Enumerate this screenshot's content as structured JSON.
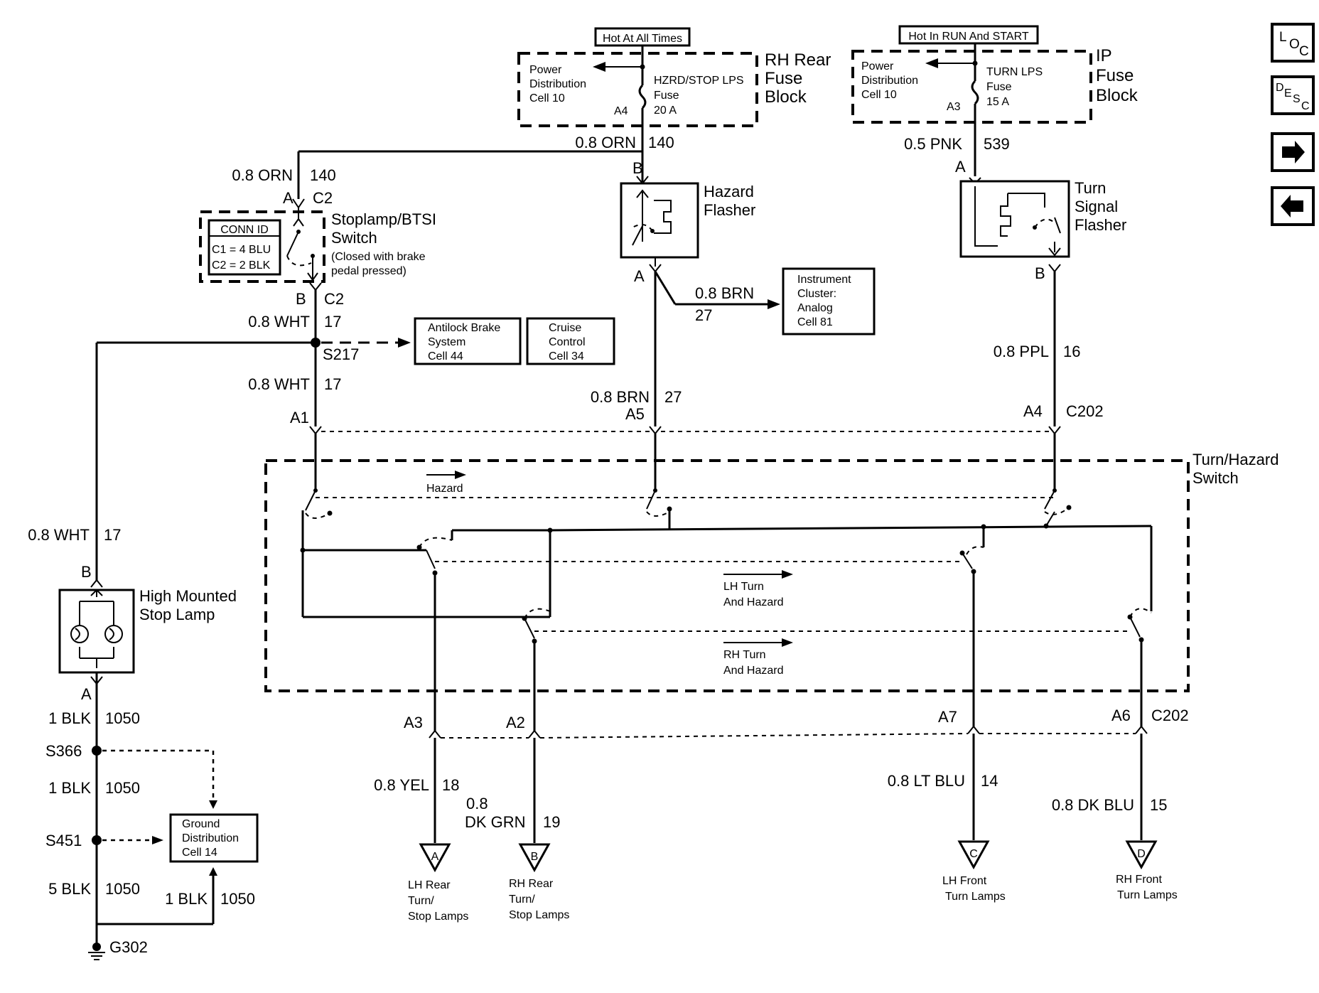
{
  "fuse_blocks": {
    "rh": {
      "hot_label": "Hot At All Times",
      "title": [
        "RH Rear",
        "Fuse",
        "Block"
      ],
      "power_dist": [
        "Power",
        "Distribution",
        "Cell 10"
      ],
      "fuse": [
        "HZRD/STOP LPS",
        "Fuse",
        "20 A"
      ],
      "pin": "A4"
    },
    "ip": {
      "hot_label": "Hot In RUN And START",
      "title": [
        "IP",
        "Fuse",
        "Block"
      ],
      "power_dist": [
        "Power",
        "Distribution",
        "Cell 10"
      ],
      "fuse": [
        "TURN LPS",
        "Fuse",
        "15 A"
      ],
      "pin": "A3"
    }
  },
  "components": {
    "hazard_flasher": [
      "Hazard",
      "Flasher"
    ],
    "turn_signal_flasher": [
      "Turn",
      "Signal",
      "Flasher"
    ],
    "stoplamp_switch": [
      "Stoplamp/BTSI",
      "Switch"
    ],
    "stoplamp_note": [
      "(Closed with brake",
      "pedal pressed)"
    ],
    "conn_id": {
      "title": "CONN ID",
      "c1": "C1 = 4 BLU",
      "c2": "C2 = 2 BLK"
    },
    "turn_hazard_switch": [
      "Turn/Hazard",
      "Switch"
    ],
    "high_mounted_stop_lamp": [
      "High Mounted",
      "Stop Lamp"
    ],
    "instrument_cluster": [
      "Instrument",
      "Cluster:",
      "Analog",
      "Cell 81"
    ],
    "antilock": [
      "Antilock Brake",
      "System",
      "Cell 44"
    ],
    "cruise": [
      "Cruise",
      "Control",
      "Cell 34"
    ],
    "ground_dist": [
      "Ground",
      "Distribution",
      "Cell 14"
    ]
  },
  "switch_labels": {
    "hazard": "Hazard",
    "lh_turn": [
      "LH Turn",
      "And Hazard"
    ],
    "rh_turn": [
      "RH Turn",
      "And Hazard"
    ]
  },
  "wires": {
    "orn_fuse": {
      "gauge": "0.8 ORN",
      "circuit": "140"
    },
    "orn_switch": {
      "gauge": "0.8 ORN",
      "circuit": "140"
    },
    "pnk": {
      "gauge": "0.5 PNK",
      "circuit": "539"
    },
    "brn_ic": {
      "gauge": "0.8 BRN",
      "circuit": "27"
    },
    "brn": {
      "gauge": "0.8 BRN",
      "circuit": "27"
    },
    "wht1": {
      "gauge": "0.8 WHT",
      "circuit": "17"
    },
    "wht2": {
      "gauge": "0.8 WHT",
      "circuit": "17"
    },
    "wht3": {
      "gauge": "0.8 WHT",
      "circuit": "17"
    },
    "ppl": {
      "gauge": "0.8 PPL",
      "circuit": "16"
    },
    "yel": {
      "gauge": "0.8 YEL",
      "circuit": "18"
    },
    "dkgrn": {
      "gauge": [
        "0.8",
        "DK GRN"
      ],
      "circuit": "19"
    },
    "ltblu": {
      "gauge": "0.8 LT BLU",
      "circuit": "14"
    },
    "dkblu": {
      "gauge": "0.8 DK BLU",
      "circuit": "15"
    },
    "blk1": {
      "gauge": "1 BLK",
      "circuit": "1050"
    },
    "blk2": {
      "gauge": "1 BLK",
      "circuit": "1050"
    },
    "blk5": {
      "gauge": "5 BLK",
      "circuit": "1050"
    },
    "blk_gd": {
      "gauge": "1 BLK",
      "circuit": "1050"
    }
  },
  "pins": {
    "flasher_b": "B",
    "flasher_a": "A",
    "turn_a": "A",
    "turn_b": "B",
    "stop_a": "A",
    "stop_c2_top": "C2",
    "stop_b": "B",
    "stop_c2_bot": "C2",
    "a1": "A1",
    "a5": "A5",
    "a4": "A4",
    "c202_top": "C202",
    "a3": "A3",
    "a2": "A2",
    "a7": "A7",
    "a6": "A6",
    "c202_bot": "C202",
    "hmsl_b": "B",
    "hmsl_a": "A"
  },
  "splices": {
    "s217": "S217",
    "s366": "S366",
    "s451": "S451",
    "g302": "G302"
  },
  "outputs": [
    {
      "letter": "A",
      "lines": [
        "LH Rear",
        "Turn/",
        "Stop Lamps"
      ]
    },
    {
      "letter": "B",
      "lines": [
        "RH Rear",
        "Turn/",
        "Stop Lamps"
      ]
    },
    {
      "letter": "C",
      "lines": [
        "LH Front",
        "Turn Lamps"
      ]
    },
    {
      "letter": "D",
      "lines": [
        "RH Front",
        "Turn Lamps"
      ]
    }
  ],
  "nav": {
    "loc": [
      "L",
      "O",
      "C"
    ],
    "desc": [
      "D",
      "E",
      "S",
      "C"
    ],
    "next_icon": "arrow-right-icon",
    "prev_icon": "arrow-left-icon"
  }
}
